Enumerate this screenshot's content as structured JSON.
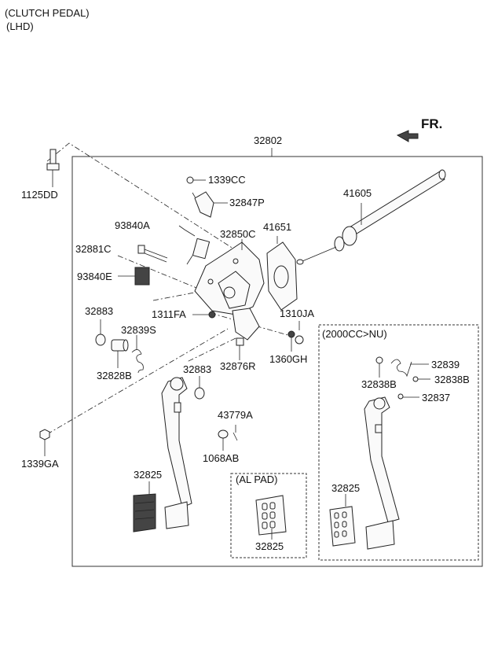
{
  "header": {
    "line1": "(CLUTCH PEDAL)",
    "line2": "(LHD)"
  },
  "direction_marker": "FR.",
  "icons": {
    "direction_arrow": "front-direction-arrow-icon"
  },
  "panels": {
    "lhd_variant": "(2000CC>NU)",
    "pad_variant": "(AL PAD)"
  },
  "labels": {
    "p32802": "32802",
    "p1125DD": "1125DD",
    "p1339CC": "1339CC",
    "p32847P": "32847P",
    "p41605": "41605",
    "p93840A": "93840A",
    "p32850C": "32850C",
    "p41651": "41651",
    "p32881C": "32881C",
    "p93840E": "93840E",
    "p1311FA": "1311FA",
    "p1310JA": "1310JA",
    "p32883a": "32883",
    "p32839S": "32839S",
    "p32828B": "32828B",
    "p32883b": "32883",
    "p32876R": "32876R",
    "p1360GH": "1360GH",
    "p43779A": "43779A",
    "p1068AB": "1068AB",
    "p1339GA": "1339GA",
    "p32825a": "32825",
    "p32825b": "32825",
    "p32839": "32839",
    "p32838Ba": "32838B",
    "p32838Bb": "32838B",
    "p32837": "32837",
    "p32825c": "32825"
  }
}
